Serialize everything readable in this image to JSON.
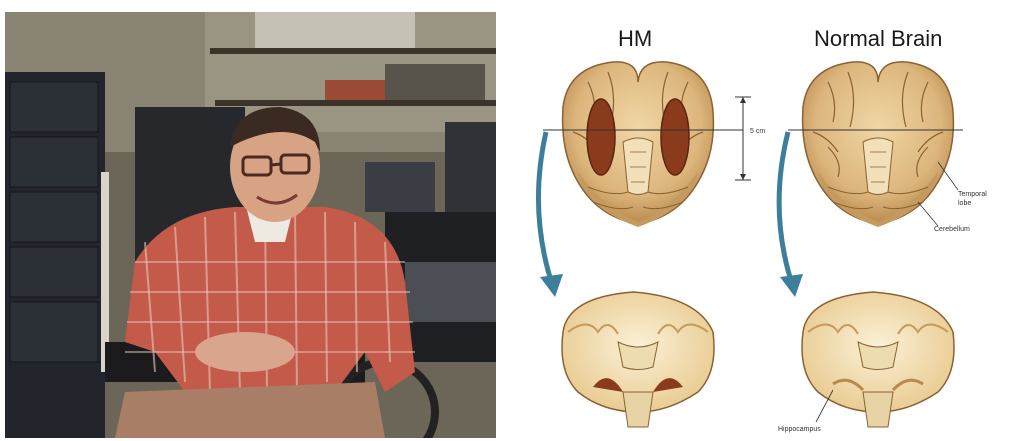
{
  "headers": {
    "left": "HM",
    "right": "Normal Brain"
  },
  "annotations": {
    "measure": "5 cm",
    "temporal_lobe": "Temporal\nlobe",
    "cerebellum": "Cerebellum",
    "hippocampus": "Hippocampus"
  },
  "colors": {
    "brain": "#e2c28d",
    "brain_shadow": "#b88a4e",
    "lesion": "#8a3b1c",
    "arrow": "#3d7f9a",
    "shirt": "#c45a4a"
  }
}
